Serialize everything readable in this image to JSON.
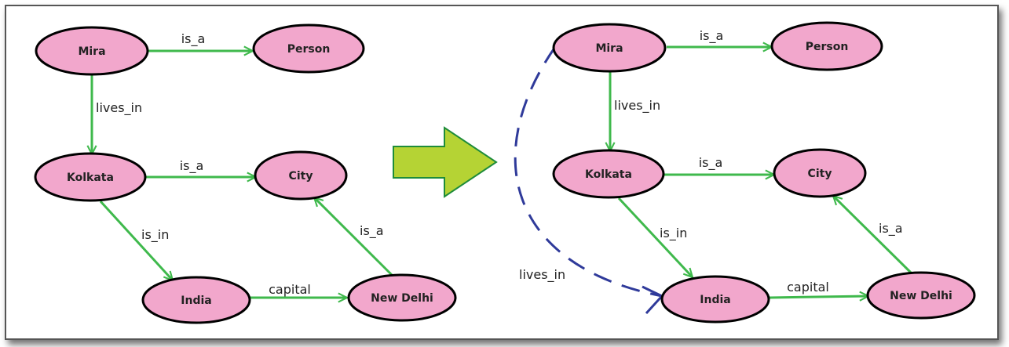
{
  "colors": {
    "node_fill": "#f2a7cc",
    "node_stroke": "#000000",
    "edge": "#3fb94c",
    "inferred_edge": "#2f3a9a",
    "transform_arrow": "#b5d334",
    "transform_arrow_stroke": "#1e8c3a"
  },
  "left_graph": {
    "nodes": {
      "mira": "Mira",
      "person": "Person",
      "kolkata": "Kolkata",
      "city": "City",
      "india": "India",
      "new_delhi": "New Delhi"
    },
    "edges": {
      "mira_person": "is_a",
      "mira_kolkata": "lives_in",
      "kolkata_city": "is_a",
      "kolkata_india": "is_in",
      "india_new_delhi": "capital",
      "new_delhi_city": "is_a"
    }
  },
  "right_graph": {
    "nodes": {
      "mira": "Mira",
      "person": "Person",
      "kolkata": "Kolkata",
      "city": "City",
      "india": "India",
      "new_delhi": "New Delhi"
    },
    "edges": {
      "mira_person": "is_a",
      "mira_kolkata": "lives_in",
      "kolkata_city": "is_a",
      "kolkata_india": "is_in",
      "india_new_delhi": "capital",
      "new_delhi_city": "is_a",
      "inferred_mira_india": "lives_in"
    }
  }
}
